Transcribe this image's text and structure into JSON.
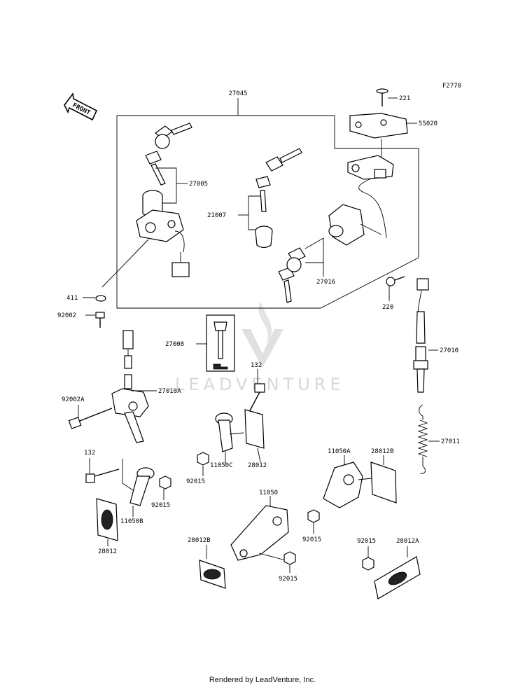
{
  "diagram": {
    "ref_code": "F2770",
    "front_label": "FRONT",
    "watermark": "LEADVENTURE",
    "footer": "Rendered by LeadVenture, Inc.",
    "labels": {
      "p27045": "27045",
      "p221": "221",
      "p55020": "55020",
      "p27005": "27005",
      "p21007": "21007",
      "p27016": "27016",
      "p220": "220",
      "p411": "411",
      "p92002": "92002",
      "p27008": "27008",
      "p27010": "27010",
      "p132a": "132",
      "p27010A": "27010A",
      "p92002A": "92002A",
      "p92015a": "92015",
      "p11050C": "11050C",
      "p28012a": "28012",
      "p27011": "27011",
      "p11050A": "11050A",
      "p28012Ba": "28012B",
      "p132b": "132",
      "p92015b": "92015",
      "p11050B": "11050B",
      "p28012b": "28012",
      "p11050": "11050",
      "p92015c": "92015",
      "p28012Bb": "28012B",
      "p92015d": "92015",
      "p92015e": "92015",
      "p28012A": "28012A"
    }
  }
}
